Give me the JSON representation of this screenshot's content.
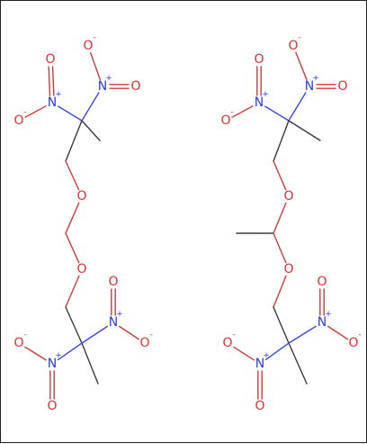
{
  "diagram": {
    "molecules": [
      {
        "name": "molecule-left"
      },
      {
        "name": "molecule-right"
      }
    ],
    "atom_labels": {
      "oxygen": "O",
      "nitrogen": "N"
    },
    "charge_labels": {
      "plus": "+",
      "minus": "-"
    },
    "colors": {
      "bond": "#3a3a3a",
      "oxygen": "#e03030",
      "nitrogen": "#2a3fe0",
      "border": "#222222",
      "background": "#ffffff"
    }
  }
}
